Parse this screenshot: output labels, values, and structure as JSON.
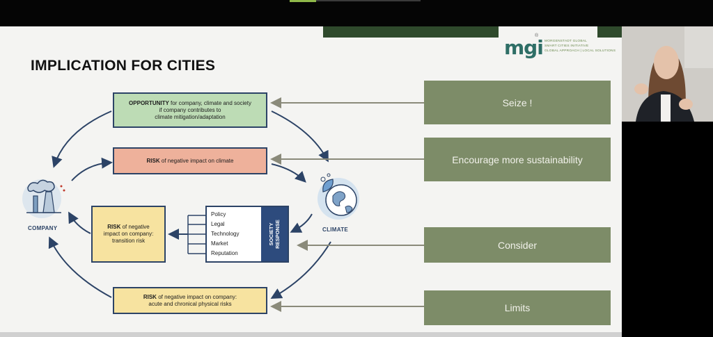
{
  "slide": {
    "title": "IMPLICATION FOR CITIES",
    "logo": {
      "mark": "mgi",
      "registered": "®",
      "line1": "MORGENSTADT GLOBAL",
      "line2": "SMART CITIES INITIATIVE",
      "line3": "GLOBAL APPROACH | LOCAL SOLUTIONS"
    },
    "boxes": {
      "opportunity": {
        "bold": "OPPORTUNITY",
        "rest1": " for company, climate and society",
        "line2": "if company contributes to",
        "line3": "climate mitigation/adaptation"
      },
      "risk_climate": {
        "bold": "RISK",
        "rest": " of negative impact on climate"
      },
      "transition": {
        "bold": "RISK",
        "rest1": " of negative",
        "line2": "impact on company:",
        "line3": "transition risk"
      },
      "physical": {
        "bold": "RISK",
        "rest1": " of negative impact on company:",
        "line2": "acute and chronical physical risks"
      }
    },
    "policy_items": [
      "Policy",
      "Legal",
      "Technology",
      "Market",
      "Reputation"
    ],
    "society_response": {
      "line1": "SOCIETY",
      "line2": "RESPONSE"
    },
    "labels": {
      "company": "COMPANY",
      "climate": "CLIMATE"
    },
    "actions": [
      "Seize !",
      "Encourage more sustainability",
      "Consider",
      "Limits"
    ]
  },
  "colors": {
    "navy": "#2c4366",
    "green_box": "#bddcb5",
    "salmon_box": "#eeb19b",
    "yellow_box": "#f7e3a0",
    "action_panel": "#7d8c68",
    "society_panel": "#2d4b7d"
  }
}
